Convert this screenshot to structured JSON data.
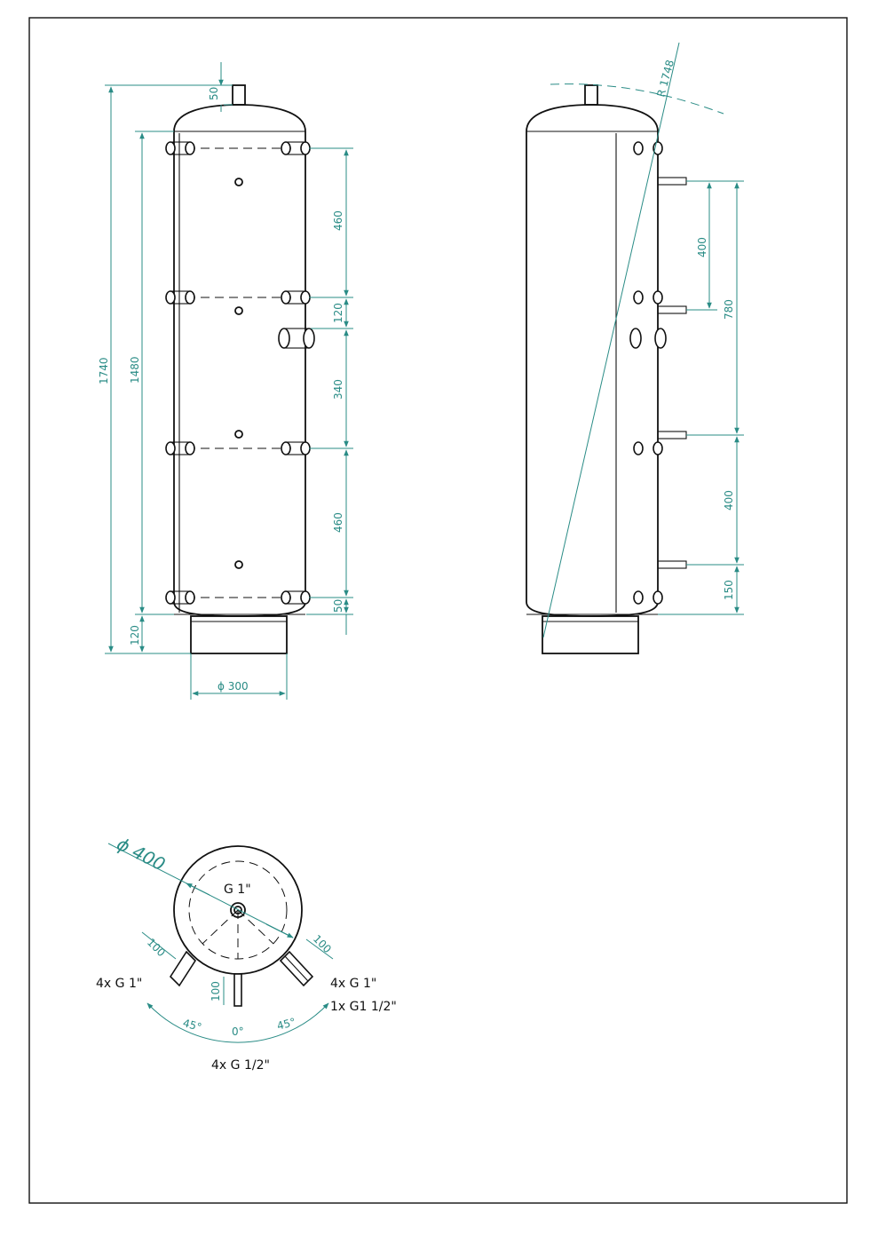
{
  "front_view": {
    "dims": {
      "top_nozzle": "50",
      "overall_height": "1740",
      "connection_span": "1480",
      "gap_1": "460",
      "gap_2": "120",
      "gap_3": "340",
      "gap_4": "460",
      "gap_5": "50",
      "base_height": "120",
      "base_diameter": "ϕ 300"
    }
  },
  "side_view": {
    "dims": {
      "radius": "R 1748",
      "sensor_gap_upper": "400",
      "sensor_span": "780",
      "sensor_gap_lower": "400",
      "bottom_offset": "150"
    }
  },
  "top_view": {
    "diameter": "ϕ 400",
    "center_label": "G 1\"",
    "nozzle_len_left": "100",
    "nozzle_len_right": "100",
    "nozzle_len_bottom": "100",
    "angle_left": "45°",
    "angle_right": "45°",
    "angle_center": "0°",
    "label_left": "4x G 1\"",
    "label_right_1": "4x G 1\"",
    "label_right_2": "1x G1 1/2\"",
    "label_bottom": "4x G 1/2\""
  }
}
